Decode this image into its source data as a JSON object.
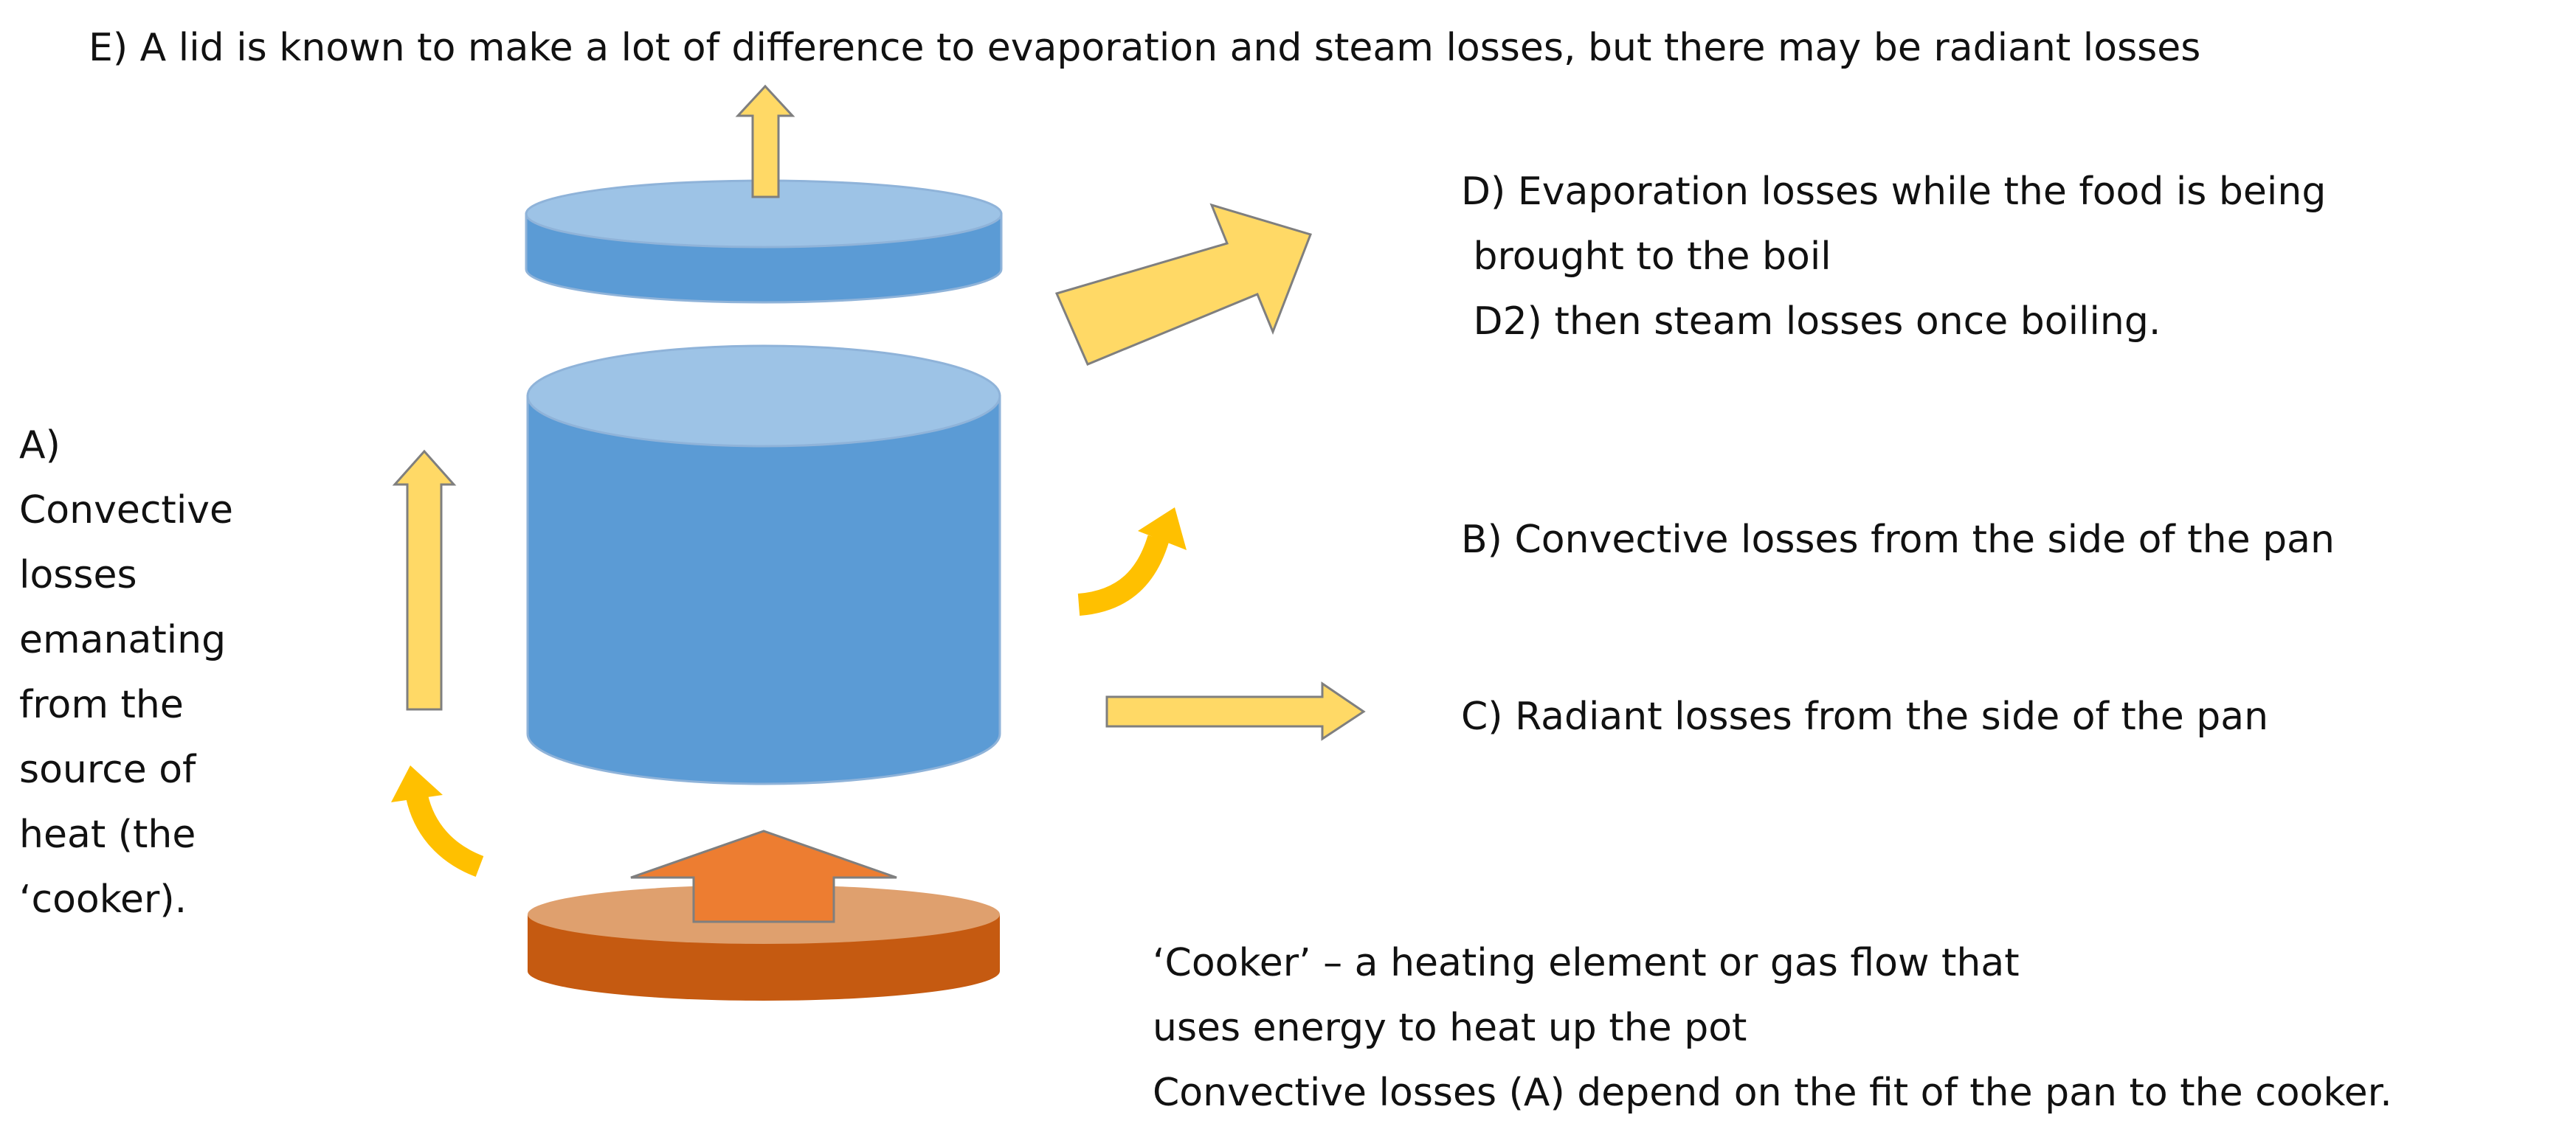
{
  "labels": {
    "e": "E) A lid is known to make a lot of difference to evaporation and steam losses, but there may be radiant losses",
    "a": [
      "A)",
      "Convective",
      "losses",
      "emanating",
      "from the",
      "source of",
      "heat (the",
      "‘cooker)."
    ],
    "d": [
      "D)  Evaporation losses while the food is being",
      " brought to the boil",
      " D2) then steam losses once boiling."
    ],
    "b": "B) Convective losses from the side of the pan",
    "c": "C) Radiant losses from the side of the pan",
    "cooker": [
      "‘Cooker’ – a heating element or gas flow that",
      "uses energy to heat up the pot",
      "Convective losses (A) depend on the fit of the pan to the cooker."
    ]
  },
  "colors": {
    "lid_top": "#9DC3E6",
    "lid_side": "#5B9BD5",
    "pot_top": "#9DC3E6",
    "pot_side": "#5B9BD5",
    "cooker_top": "#DFA06E",
    "cooker_side": "#C55A11",
    "heat_arrow": "#ED7D31",
    "loss_arrow": "#FFD966",
    "curved_arrow": "#FFC000",
    "outline": "#7F7F7F"
  }
}
